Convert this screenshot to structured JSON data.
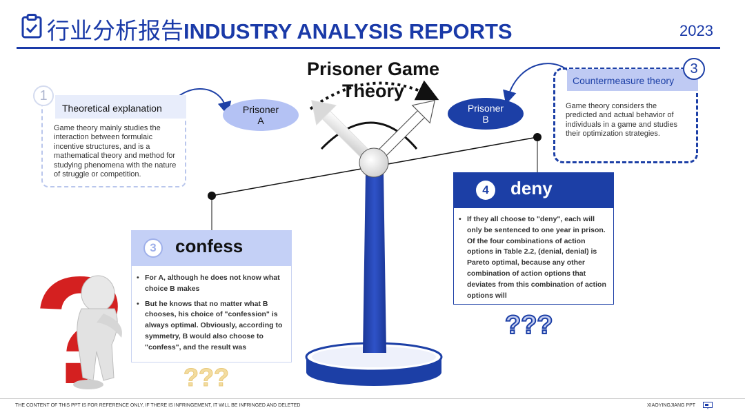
{
  "header": {
    "title_cn": "行业分析报告",
    "title_en": "INDUSTRY ANALYSIS REPORTS",
    "year": "2023",
    "icon": "clipboard-check-icon",
    "accent_color": "#1a3aa8"
  },
  "main_title": "Prisoner Game Theory",
  "box1": {
    "number": "1",
    "title": "Theoretical explanation",
    "body": "Game theory mainly studies the interaction between formulaic incentive structures, and is a mathematical theory and method for studying phenomena with the nature of struggle or competition."
  },
  "prisoner_a": {
    "line1": "Prisoner",
    "line2": "A"
  },
  "prisoner_b": {
    "line1": "Prisoner",
    "line2": "B"
  },
  "box3": {
    "number": "3",
    "title": "Countermeasure theory",
    "body": "Game theory considers the predicted and actual behavior of individuals in a game and studies their optimization strategies."
  },
  "confess": {
    "number": "3",
    "title": "confess",
    "bullets": [
      "For A, although he does not know what choice B makes",
      "But he knows that no matter what B chooses, his choice of \"confession\" is always optimal. Obviously, according to symmetry, B would also choose to \"confess\", and the result was"
    ]
  },
  "deny": {
    "number": "4",
    "title": "deny",
    "bullets": [
      "If they all choose to \"deny\", each will only be sentenced to one year in prison. Of the four combinations of action options in Table 2.2, (denial, denial) is Pareto optimal, because any other combination of action options that deviates from this combination of action options will"
    ]
  },
  "question_marks": {
    "right": "?",
    "small_left": "???",
    "small_right": "???"
  },
  "colors": {
    "primary": "#1c3fa6",
    "light": "#c4d0f6",
    "question_red": "#d42020",
    "question_small": "#f3dca0"
  },
  "footer": {
    "left": "THE CONTENT OF THIS PPT IS FOR REFERENCE ONLY, IF THERE IS INFRINGEMENT, IT WILL BE INFRINGED AND DELETED",
    "right": "XIAOYINGJIANG PPT",
    "icon": "presentation-icon"
  }
}
